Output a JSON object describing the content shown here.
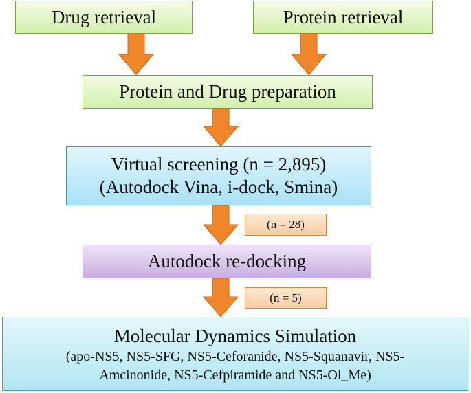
{
  "boxes": {
    "drug_retrieval": "Drug retrieval",
    "protein_retrieval": "Protein retrieval",
    "preparation": "Protein and Drug preparation",
    "virtual_screening_line1": "Virtual screening (n = 2,895)",
    "virtual_screening_line2": "(Autodock Vina, i-dock, Smina)",
    "redocking": "Autodock re-docking",
    "md_title": "Molecular Dynamics Simulation",
    "md_line1": "(apo-NS5, NS5-SFG, NS5-Ceforanide, NS5-Squanavir, NS5-",
    "md_line2": "Amcinonide, NS5-Cefpiramide and NS5-Ol_Me)"
  },
  "notes": {
    "after_screening": "(n = 28)",
    "after_redocking": "(n = 5)"
  },
  "colors": {
    "arrow": "#f0862a",
    "arrow_stroke": "#c8691c"
  }
}
